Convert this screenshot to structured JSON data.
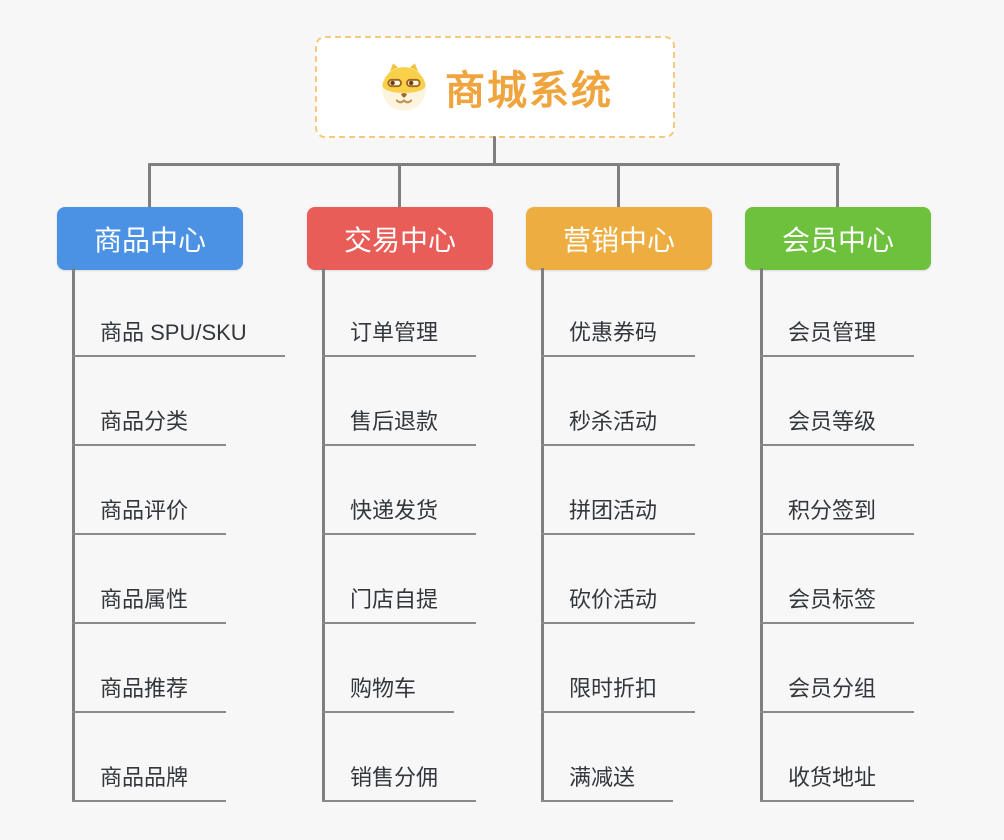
{
  "canvas": {
    "background": "#f7f7f7"
  },
  "root": {
    "label": "商城系统",
    "icon": "dog-face-icon",
    "text_color": "#f0a43e",
    "border_color": "#f5c97e",
    "background": "#ffffff"
  },
  "connector_color": "#7f7f7f",
  "subtopic_line_color": "#8a8a8a",
  "subtopic_text_color": "#33373c",
  "branches": [
    {
      "id": "product-center",
      "label": "商品中心",
      "color": "#4b92e5",
      "children": [
        "商品 SPU/SKU",
        "商品分类",
        "商品评价",
        "商品属性",
        "商品推荐",
        "商品品牌"
      ]
    },
    {
      "id": "trade-center",
      "label": "交易中心",
      "color": "#e85d57",
      "children": [
        "订单管理",
        "售后退款",
        "快递发货",
        "门店自提",
        "购物车",
        "销售分佣"
      ]
    },
    {
      "id": "marketing-center",
      "label": "营销中心",
      "color": "#edad40",
      "children": [
        "优惠券码",
        "秒杀活动",
        "拼团活动",
        "砍价活动",
        "限时折扣",
        "满减送"
      ]
    },
    {
      "id": "member-center",
      "label": "会员中心",
      "color": "#6dc13c",
      "children": [
        "会员管理",
        "会员等级",
        "积分签到",
        "会员标签",
        "会员分组",
        "收货地址"
      ]
    }
  ]
}
